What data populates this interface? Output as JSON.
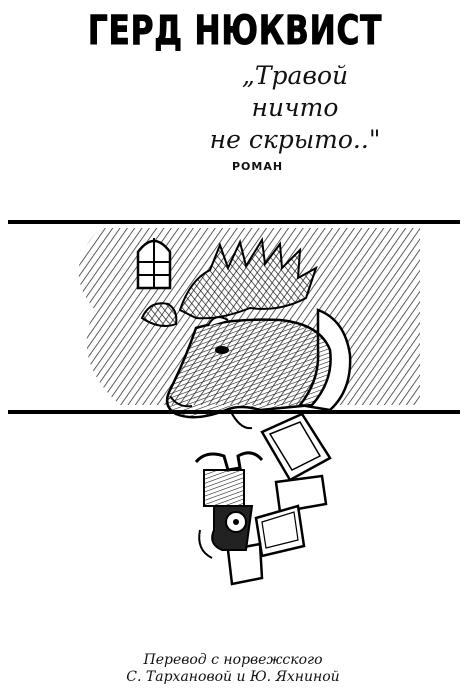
{
  "book": {
    "author": "ГЕРД НЮКВИСТ",
    "title_lines": [
      "„Травой",
      "ничто",
      "не скрыто..\""
    ],
    "genre": "РОМАН"
  },
  "illustration": {
    "subject": "moose-head-trophy-with-telephone-and-frames"
  },
  "credits": {
    "line1": "Перевод с норвежского",
    "line2": "С. Тархановой и Ю. Яхниной"
  }
}
